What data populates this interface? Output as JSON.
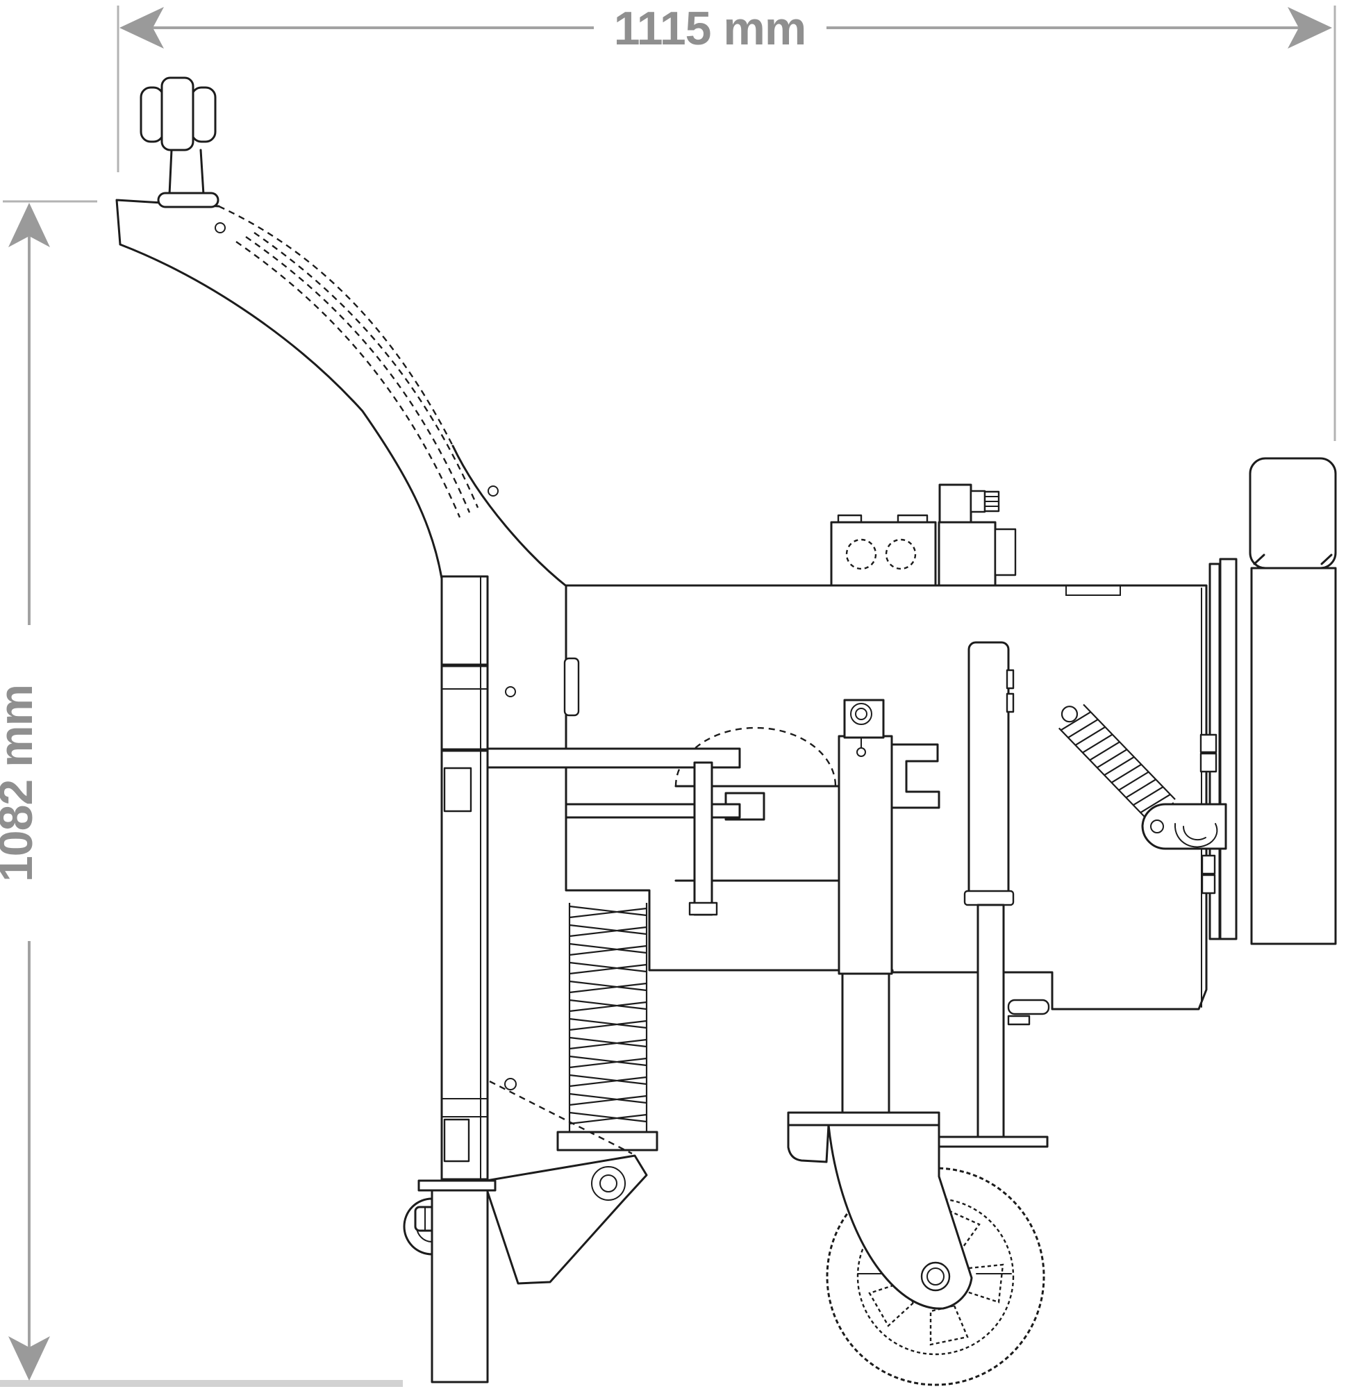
{
  "page": {
    "background": "#ffffff"
  },
  "dimensions": {
    "width": {
      "label": "1115 mm",
      "value": 1115,
      "unit": "mm"
    },
    "height": {
      "label": "1082 mm",
      "value": 1082,
      "unit": "mm"
    }
  },
  "colors": {
    "drawing_line": "#1c1c1c",
    "dimension": "#9a9a9a",
    "ground": "#d2d2d2",
    "background": "#ffffff"
  }
}
